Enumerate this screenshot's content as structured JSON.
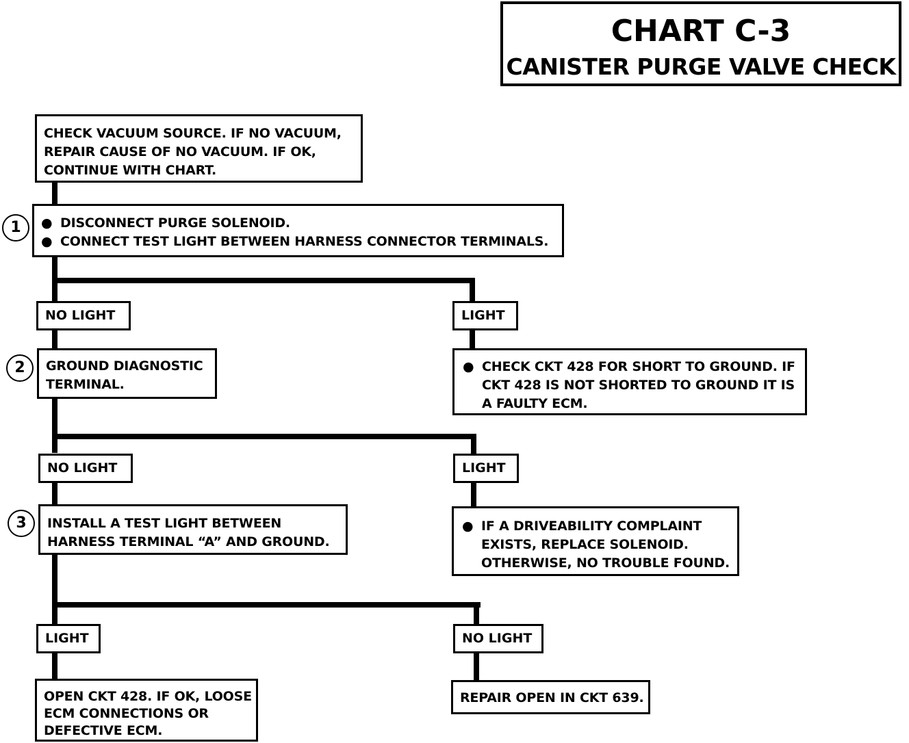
{
  "title": {
    "line1": "CHART C-3",
    "line2": "CANISTER PURGE VALVE CHECK"
  },
  "nodes": {
    "start": [
      "CHECK VACUUM SOURCE.  IF NO VACUUM,",
      "REPAIR CAUSE OF NO VACUUM.  IF OK,",
      "CONTINUE WITH CHART."
    ],
    "step1": {
      "number": "1",
      "bullets": [
        "DISCONNECT PURGE SOLENOID.",
        "CONNECT TEST LIGHT BETWEEN HARNESS CONNECTOR TERMINALS."
      ]
    },
    "branch1_left_label": "NO LIGHT",
    "branch1_right_label": "LIGHT",
    "step2": {
      "number": "2",
      "lines": [
        "GROUND DIAGNOSTIC",
        "TERMINAL."
      ]
    },
    "branch1_right_result": {
      "bullet": "●",
      "lines": [
        "CHECK CKT 428 FOR SHORT TO GROUND.  IF",
        "CKT 428 IS NOT SHORTED TO GROUND IT IS",
        "A FAULTY ECM."
      ]
    },
    "branch2_left_label": "NO LIGHT",
    "branch2_right_label": "LIGHT",
    "step3": {
      "number": "3",
      "lines": [
        "INSTALL A TEST LIGHT BETWEEN",
        "HARNESS TERMINAL “A” AND GROUND."
      ]
    },
    "branch2_right_result": {
      "bullet": "●",
      "lines": [
        "IF A DRIVEABILITY COMPLAINT",
        "EXISTS, REPLACE SOLENOID.",
        "OTHERWISE, NO TROUBLE FOUND."
      ]
    },
    "branch3_left_label": "LIGHT",
    "branch3_right_label": "NO LIGHT",
    "branch3_left_result": [
      "OPEN CKT 428.  IF OK, LOOSE",
      "ECM CONNECTIONS OR",
      "DEFECTIVE ECM."
    ],
    "branch3_right_result": "REPAIR OPEN IN CKT 639."
  },
  "bullet_glyph": "●"
}
